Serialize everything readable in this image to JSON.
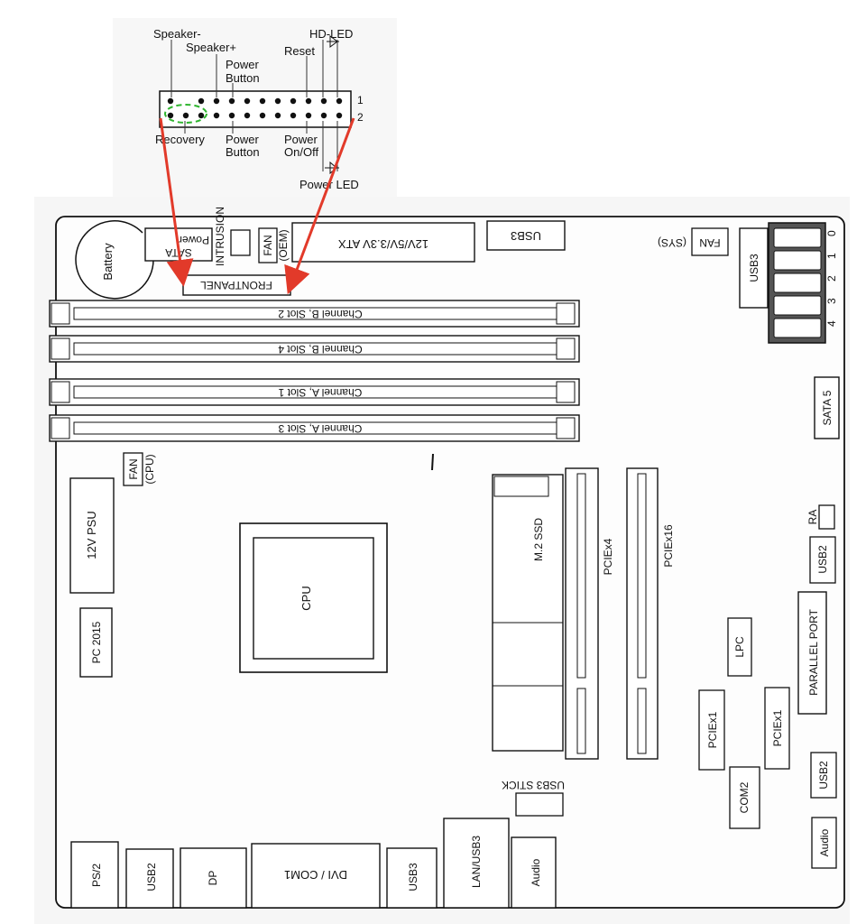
{
  "header": {
    "pin_rows": [
      "1",
      "2"
    ],
    "top_labels": [
      "Speaker-",
      "Speaker+",
      "Power",
      "Button",
      "Reset",
      "HD-LED"
    ],
    "bottom_labels": [
      "Recovery",
      "Power",
      "Button",
      "Power",
      "On/Off",
      "Power LED"
    ]
  },
  "board": {
    "battery": "Battery",
    "sata_power": [
      "SATA",
      "Power"
    ],
    "intrusion": "INTRUSION",
    "fan_oem": [
      "FAN",
      "(OEM)"
    ],
    "atx": "12V/5V/3.3V ATX",
    "usb3_top": "USB3",
    "fan_sys": [
      "FAN",
      "(SYS)"
    ],
    "usb3_side": "USB3",
    "sata_numbers": [
      "0",
      "1",
      "2",
      "3",
      "4"
    ],
    "frontpanel": "FRONTPANEL",
    "dimm_slots": [
      "Channel B, Slot 2",
      "Channel B, Slot 4",
      "Channel A, Slot 1",
      "Channel A, Slot 3"
    ],
    "sata5": "SATA 5",
    "fan_cpu": [
      "FAN",
      "(CPU)"
    ],
    "psu": "12V PSU",
    "cpu": "CPU",
    "pc2015": "PC 2015",
    "m2": "M.2 SSD",
    "pciex4": "PCIEx4",
    "pciex16": "PCIEx16",
    "ra": "RA",
    "usb2_right": "USB2",
    "parallel": "PARALLEL PORT",
    "lpc": "LPC",
    "pciex1_a": "PCIEx1",
    "pciex1_b": "PCIEx1",
    "com2": "COM2",
    "usb2_right_low": "USB2",
    "usb3_stick": "USB3 STICK",
    "audio_right": "Audio",
    "io": [
      "PS/2",
      "USB2",
      "DP",
      "DVI / COM1",
      "USB3",
      "LAN/USB3",
      "Audio"
    ]
  },
  "colors": {
    "line": "#1a1a1a",
    "arrow": "#e23a2a",
    "highlight": "#2fb52f",
    "board_bg": "#fdfdfd",
    "gray": "#f3f3f3"
  }
}
